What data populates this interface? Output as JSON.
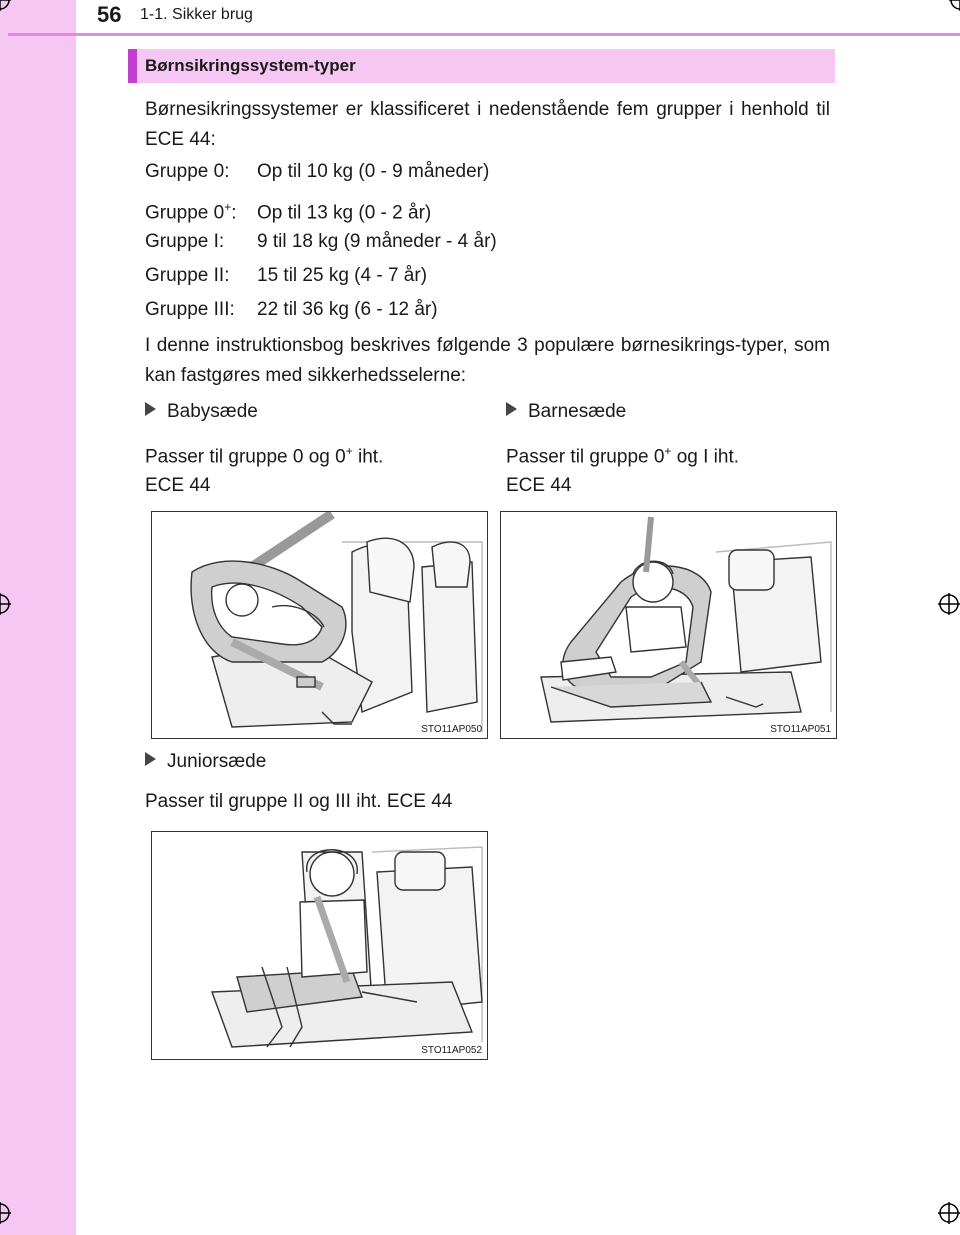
{
  "header": {
    "page_number": "56",
    "chapter": "1-1. Sikker brug"
  },
  "section": {
    "title": "Børnsikringssystem-typer"
  },
  "intro": "Børnesikringssystemer er klassificeret i nedenstående fem grupper i henhold til ECE 44:",
  "groups": [
    {
      "label": "Gruppe 0:",
      "value": "Op til 10 kg (0 - 9 måneder)"
    },
    {
      "label": "Gruppe 0",
      "sup": "+",
      "suffix": ":",
      "value": "Op til 13 kg (0 - 2 år)"
    },
    {
      "label": "Gruppe I:",
      "value": "9 til 18 kg (9 måneder - 4 år)"
    },
    {
      "label": "Gruppe II:",
      "value": "15 til 25 kg (4 - 7 år)"
    },
    {
      "label": "Gruppe III:",
      "value": "22 til 36 kg (6 - 12 år)"
    }
  ],
  "outro": "I denne instruktionsbog beskrives følgende 3 populære børnesikrings-typer, som kan fastgøres med sikkerhedsselerne:",
  "types": {
    "baby": {
      "title": "Babysæde",
      "desc_pre": "Passer til gruppe 0 og 0",
      "sup": "+",
      "desc_post": " iht.",
      "desc_line2": "ECE 44",
      "figure_code": "STO11AP050"
    },
    "child": {
      "title": "Barnesæde",
      "desc_pre": "Passer til gruppe 0",
      "sup": "+",
      "desc_post": " og I iht.",
      "desc_line2": "ECE 44",
      "figure_code": "STO11AP051"
    },
    "junior": {
      "title": "Juniorsæde",
      "desc": "Passer til gruppe II og III iht. ECE 44",
      "figure_code": "STO11AP052"
    }
  }
}
